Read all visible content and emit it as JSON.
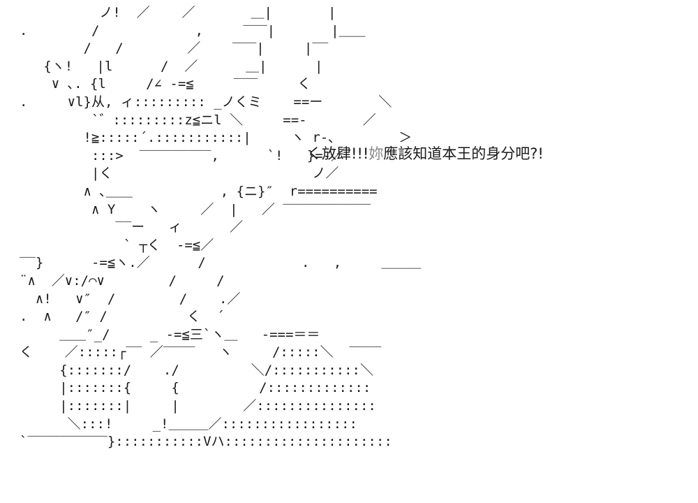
{
  "art": {
    "lines": [
      "          ノ!  ／    ／       ＿|       |",
      ".        /            ,     ‾‾‾|       |＿＿",
      "        /   /        ／    ‾‾‾|     |‾‾",
      "   {ヽ!   |l      /  ／      ＿|      |",
      "    ∨ ､. {l     /∠ -=≦     ‾‾‾     く",
      ".     ∨l}从, ィ::::::::: _ノくミ    ==ー       ＼",
      "         `゛:::::::::z≦ニl ＼     ==-       ／",
      "        !≧:::::´.:::::::::::|     ヽ r-､        ＞",
      "         :::>  ‾‾‾‾‾‾‾‾‾,      `!   }=-／",
      "         |く                         ノ／",
      "        ∧ ､＿＿           , {ニ}″  r==========",
      "         ∧ Y    ヽ     ／  |   ／ ‾‾‾‾‾‾‾‾‾‾‾",
      "            ‾‾ー   ィ      ／",
      "             ` ┬く  -=≦／",
      "‾‾}      -=≦ヽ.／      /            .   ,     ＿＿＿",
      "¨∧  ／∨:/⌒∨        /     /",
      "  ∧!   ∨″  /        /    .／",
      ".  ∧   /″ /          く  ´",
      "     ＿＿″_/     _ -=≦三`ヽ＿   -===＝＝",
      "く    ／:::::┌‾‾ ／‾‾‾‾   ヽ     /:::::＼  ‾‾‾‾",
      "     {:::::::/    ./         ＼/:::::::::::＼",
      "     |:::::::{     {          /:::::::::::::",
      "     |:::::::|     |        ／:::::::::::::::",
      "      ＼:::!     _!＿＿＿／:::::::::::::::::",
      "`‾‾‾‾‾‾‾‾‾‾}:::::::::::Vハ:::::::::::::::::::::"
    ]
  },
  "dialogue": {
    "prefix": "く放肆!!!",
    "faint_char": "妳",
    "suffix": "應該知道本王的身分吧?!"
  }
}
